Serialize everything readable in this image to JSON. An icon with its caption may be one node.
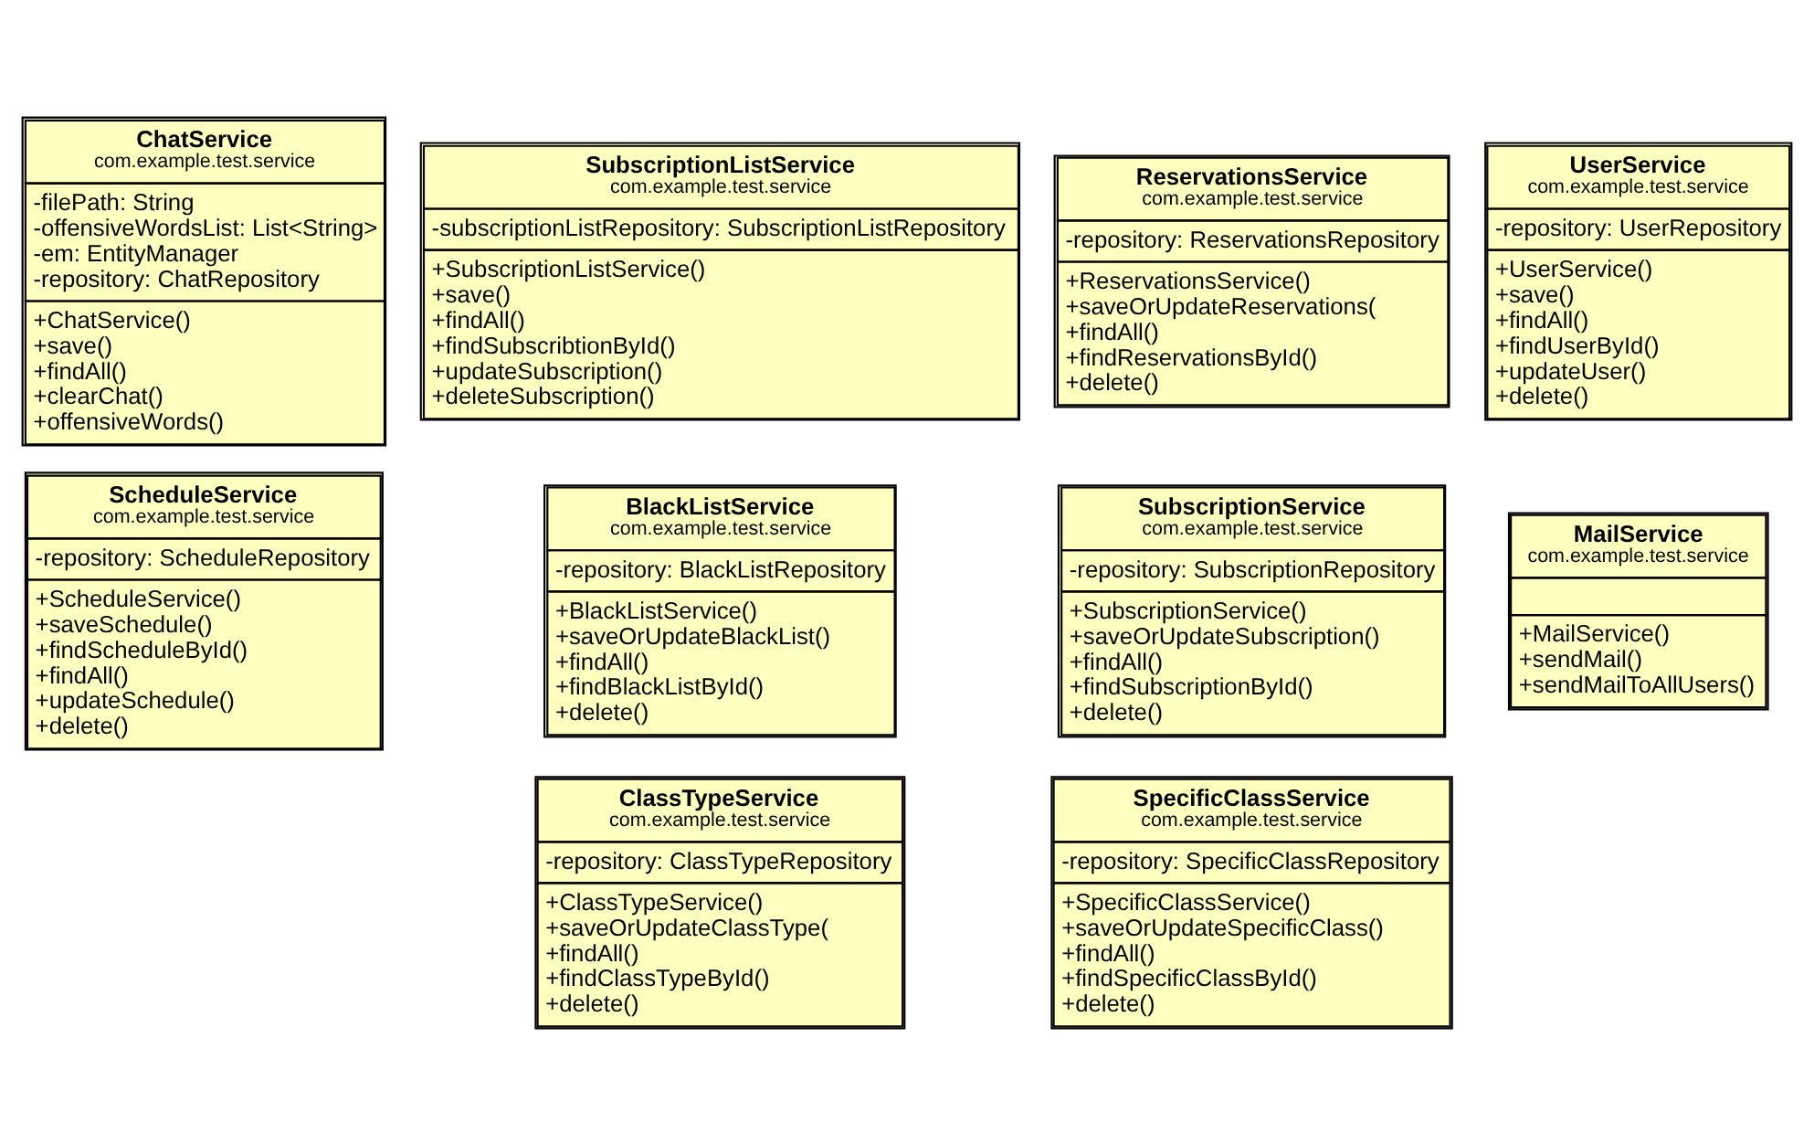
{
  "diagram": {
    "nodes": [
      {
        "text": [
          "ChatService",
          "com.example.test.service",
          "-filePath: String",
          "-offensiveWordsList: List<String>",
          "-em: EntityManager",
          "-repository: ChatRepository",
          "+ChatService()",
          "+save()",
          "+findAll()",
          "+clearChat()",
          "+offensiveWords()"
        ]
      },
      {
        "text": [
          "SubscriptionListService",
          "com.example.test.service",
          "-subscriptionListRepository: SubscriptionListRepository",
          "+SubscriptionListService()",
          "+save()",
          "+findAll()",
          "+findSubscribtionById()",
          "+updateSubscription()",
          "+deleteSubscription()"
        ]
      },
      {
        "text": [
          "ReservationsService",
          "com.example.test.service",
          "-repository: ReservationsRepository",
          "+ReservationsService()",
          "+saveOrUpdateReservations(",
          "+findAll()",
          "+findReservationsById()",
          "+delete()"
        ]
      },
      {
        "text": [
          "ScheduleService",
          "com.example.test.service",
          "-repository: ScheduleRepository",
          "+ScheduleService()",
          "+saveSchedule()",
          "+findScheduleById()",
          "+findAll()",
          "+updateSchedule()",
          "+delete()"
        ]
      },
      {
        "text": [
          "UserService",
          "com.example.test.service",
          "-repository: UserRepository",
          "+UserService()",
          "+save()",
          "+findAll()",
          "+findUserById()",
          "+updateUser()",
          "+delete()"
        ]
      },
      {
        "text": [
          "BlackListService",
          "com.example.test.service",
          "-repository: BlackListRepository",
          "+BlackListService()",
          "+saveOrUpdateBlackList()",
          "+findAll()",
          "+findBlackListById()",
          "+delete()"
        ]
      },
      {
        "text": [
          "SubscriptionService",
          "com.example.test.service",
          "-repository: SubscriptionRepository",
          "+SubscriptionService()",
          "+saveOrUpdateSubscription()",
          "+findAll()",
          "+findSubscriptionById()",
          "+delete()"
        ]
      },
      {
        "text": [
          "MailService",
          "com.example.test.service",
          "+MailService()",
          "+sendMail()",
          "+sendMailToAllUsers()"
        ]
      },
      {
        "text": [
          "ClassTypeService",
          "com.example.test.service",
          "-repository: ClassTypeRepository",
          "+ClassTypeService()",
          "+saveOrUpdateClassType(",
          "+findAll()",
          "+findClassTypeById()",
          "+delete()"
        ]
      },
      {
        "text": [
          "SpecificClassService",
          "com.example.test.service",
          "-repository: SpecificClassRepository",
          "+SpecificClassService()",
          "+saveOrUpdateSpecificClass()",
          "+findAll()",
          "+findSpecificClassById()",
          "+delete()"
        ]
      }
    ],
    "edges": []
  }
}
